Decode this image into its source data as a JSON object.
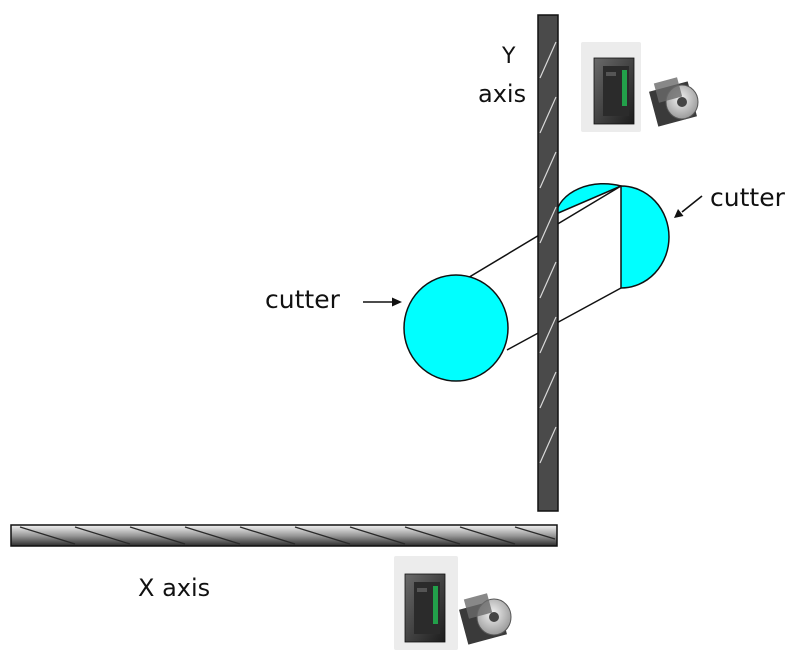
{
  "labels": {
    "y_axis_line1": "Y",
    "y_axis_line2": "axis",
    "x_axis": "X axis",
    "cutter_left": "cutter",
    "cutter_right": "cutter"
  },
  "colors": {
    "cutter_fill": "#00ffff",
    "rod_fill": "#4a4a4a",
    "rod_stroke": "#111111",
    "hatch": "#d8d8d8",
    "photo_bg": "#ececec"
  },
  "icons": {
    "motor_driver": "motor-driver-icon",
    "stepper_motor": "stepper-motor-icon"
  }
}
